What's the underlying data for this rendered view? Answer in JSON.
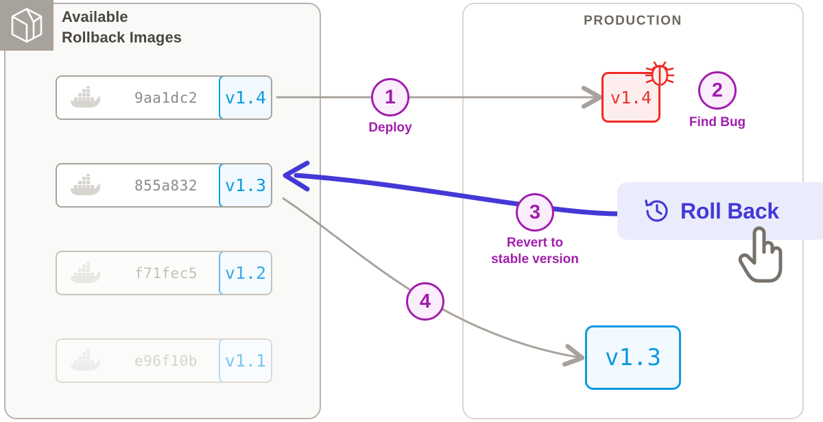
{
  "left_panel": {
    "logo_icon": "cube-box-icon",
    "title": "Available\nRollback Images",
    "title_line1": "Available",
    "title_line2": "Rollback Images",
    "images": [
      {
        "icon": "docker-whale-icon",
        "hash": "9aa1dc2",
        "version": "v1.4",
        "state": "active"
      },
      {
        "icon": "docker-whale-icon",
        "hash": "855a832",
        "version": "v1.3",
        "state": "active"
      },
      {
        "icon": "docker-whale-icon",
        "hash": "f71fec5",
        "version": "v1.2",
        "state": "dimmed"
      },
      {
        "icon": "docker-whale-icon",
        "hash": "e96f10b",
        "version": "v1.1",
        "state": "faded"
      }
    ]
  },
  "right_panel": {
    "title": "PRODUCTION",
    "deployed_buggy": {
      "version": "v1.4",
      "icon": "bug-icon",
      "color": "#e8322c"
    },
    "restored": {
      "version": "v1.3",
      "color": "#0d99e0"
    }
  },
  "steps": [
    {
      "number": "1",
      "label": "Deploy"
    },
    {
      "number": "2",
      "label": "Find Bug"
    },
    {
      "number": "3",
      "label": "Revert to\nstable version",
      "label_line1": "Revert to",
      "label_line2": "stable version"
    },
    {
      "number": "4",
      "label": ""
    }
  ],
  "rollback_button": {
    "label": "Roll Back",
    "icon": "clock-rewind-icon",
    "cursor": "pointing-hand-cursor",
    "background": "#eaecfc",
    "text_color": "#4339d6"
  },
  "colors": {
    "panel_bg": "#f9f9f7",
    "panel_border": "#b7b2ad",
    "accent_blue": "#0d99e0",
    "accent_purple": "#a01ead",
    "accent_indigo": "#4339d6",
    "error_red": "#e8322c",
    "arrow_grey": "#a8a29c"
  }
}
